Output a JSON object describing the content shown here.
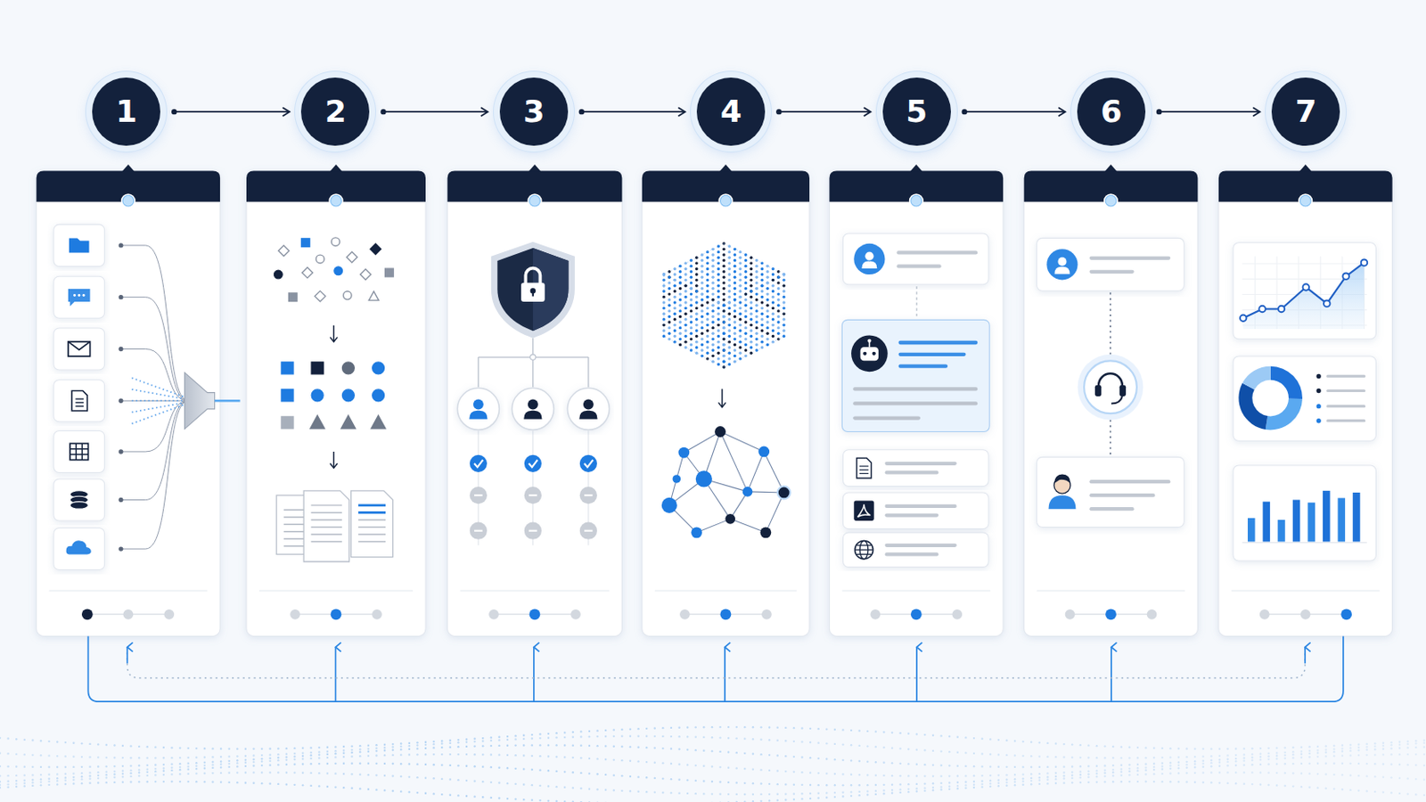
{
  "diagram": {
    "nodes": [
      {
        "text": [
          "1"
        ]
      },
      {
        "text": [
          "2"
        ]
      },
      {
        "text": [
          "3"
        ]
      },
      {
        "text": [
          "4"
        ]
      },
      {
        "text": [
          "5"
        ]
      },
      {
        "text": [
          "6"
        ]
      },
      {
        "text": [
          "7"
        ]
      }
    ],
    "edges": [
      {
        "from": 0,
        "to": 1,
        "arrow": "to"
      },
      {
        "from": 1,
        "to": 2,
        "arrow": "to"
      },
      {
        "from": 2,
        "to": 3,
        "arrow": "to"
      },
      {
        "from": 3,
        "to": 4,
        "arrow": "to"
      },
      {
        "from": 4,
        "to": 5,
        "arrow": "to"
      },
      {
        "from": 5,
        "to": 6,
        "arrow": "to"
      }
    ]
  }
}
